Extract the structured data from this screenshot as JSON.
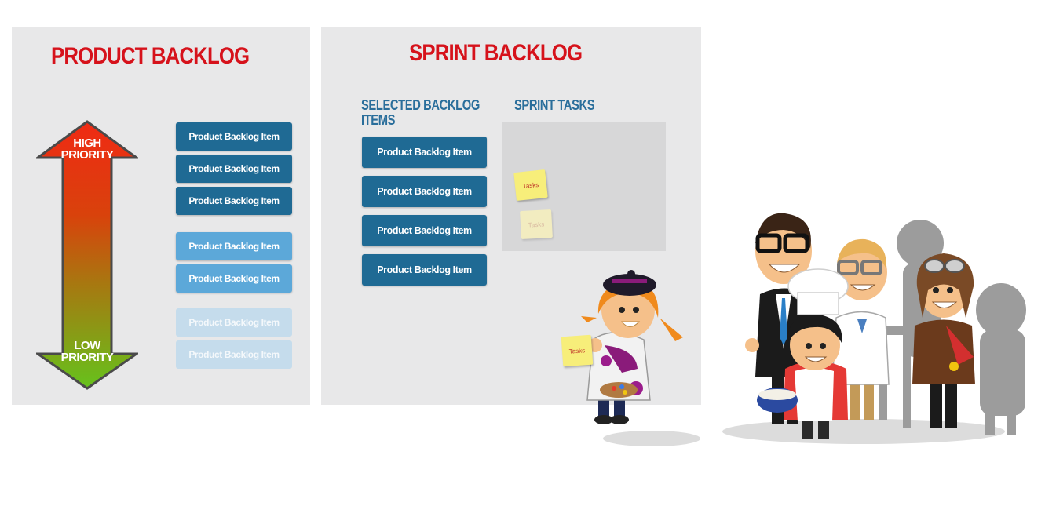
{
  "product_backlog": {
    "title": "PRODUCT BACKLOG",
    "high_label_1": "HIGH",
    "high_label_2": "PRIORITY",
    "low_label_1": "LOW",
    "low_label_2": "PRIORITY",
    "items": [
      {
        "label": "Product Backlog Item",
        "shade": "dark"
      },
      {
        "label": "Product Backlog Item",
        "shade": "dark"
      },
      {
        "label": "Product Backlog Item",
        "shade": "dark"
      },
      {
        "label": "Product Backlog Item",
        "shade": "mid"
      },
      {
        "label": "Product Backlog Item",
        "shade": "mid"
      },
      {
        "label": "Product Backlog Item",
        "shade": "light"
      },
      {
        "label": "Product Backlog Item",
        "shade": "light"
      }
    ]
  },
  "sprint_backlog": {
    "title": "SPRINT BACKLOG",
    "selected_title": "SELECTED BACKLOG ITEMS",
    "tasks_title": "SPRINT TASKS",
    "items": [
      {
        "label": "Product Backlog Item"
      },
      {
        "label": "Product Backlog Item"
      },
      {
        "label": "Product Backlog Item"
      },
      {
        "label": "Product Backlog Item"
      }
    ],
    "task_notes": [
      {
        "label": "Tasks"
      },
      {
        "label": "Tasks"
      }
    ]
  },
  "team": {
    "held_note": "Tasks"
  },
  "colors": {
    "title_red": "#d6121b",
    "subtitle_blue": "#2a6e9b",
    "item_dark": "#1f6a94",
    "item_mid": "#5ca8d9",
    "item_light": "#c5dcec",
    "arrow_top": "#e8281a",
    "arrow_bottom": "#6cc21e"
  }
}
